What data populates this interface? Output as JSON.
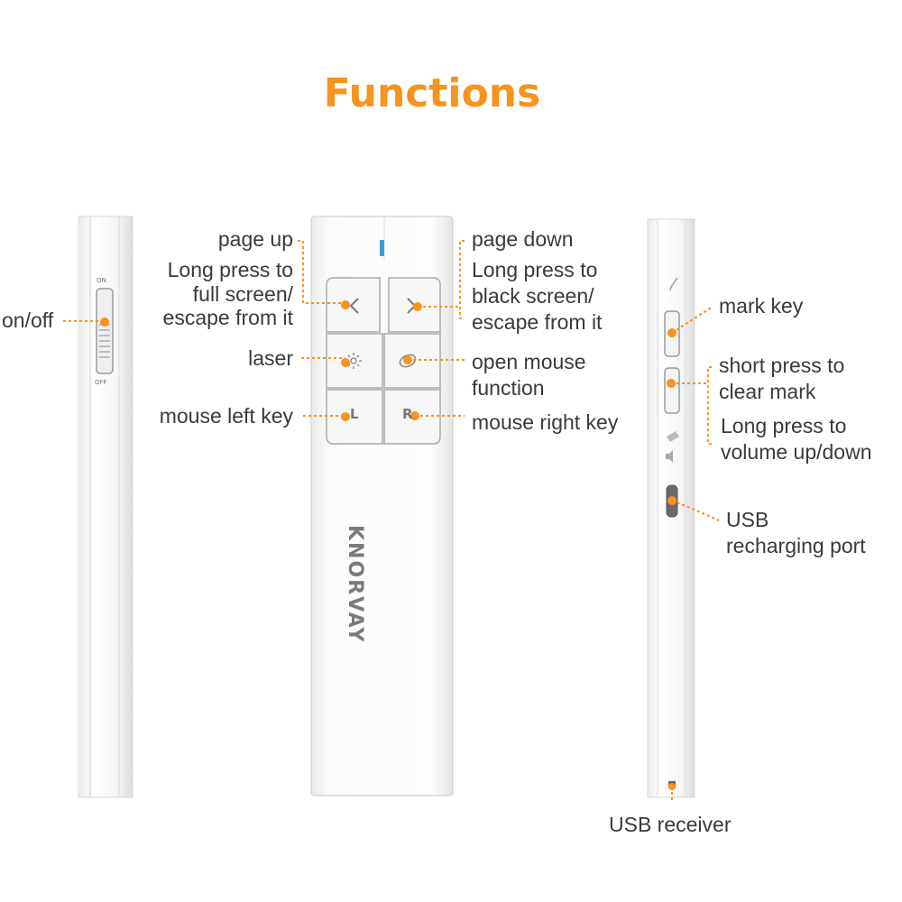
{
  "title": "Functions",
  "colors": {
    "accent": "#f7931e",
    "label": "#3a3a3a",
    "device": "#fafafa"
  },
  "device": {
    "brand": "KNORVAY",
    "side_switch": {
      "on": "ON",
      "off": "OFF"
    },
    "buttons": {
      "left": "L",
      "right": "R"
    }
  },
  "callouts": {
    "on_off": "on/off",
    "page_up": "page up",
    "long_press_full_screen": [
      "Long press to",
      "full screen/",
      "escape from it"
    ],
    "laser": "laser",
    "mouse_left_key": "mouse left key",
    "page_down": "page down",
    "long_press_black_screen": [
      "Long press to",
      "black screen/",
      "escape from it"
    ],
    "open_mouse_function": [
      "open mouse",
      "function"
    ],
    "mouse_right_key": "mouse right key",
    "mark_key": "mark key",
    "clear_mark": [
      "short press to",
      "clear mark"
    ],
    "volume": [
      "Long press to",
      "volume up/down"
    ],
    "usb_port": [
      "USB",
      "recharging port"
    ],
    "usb_receiver": "USB receiver"
  }
}
